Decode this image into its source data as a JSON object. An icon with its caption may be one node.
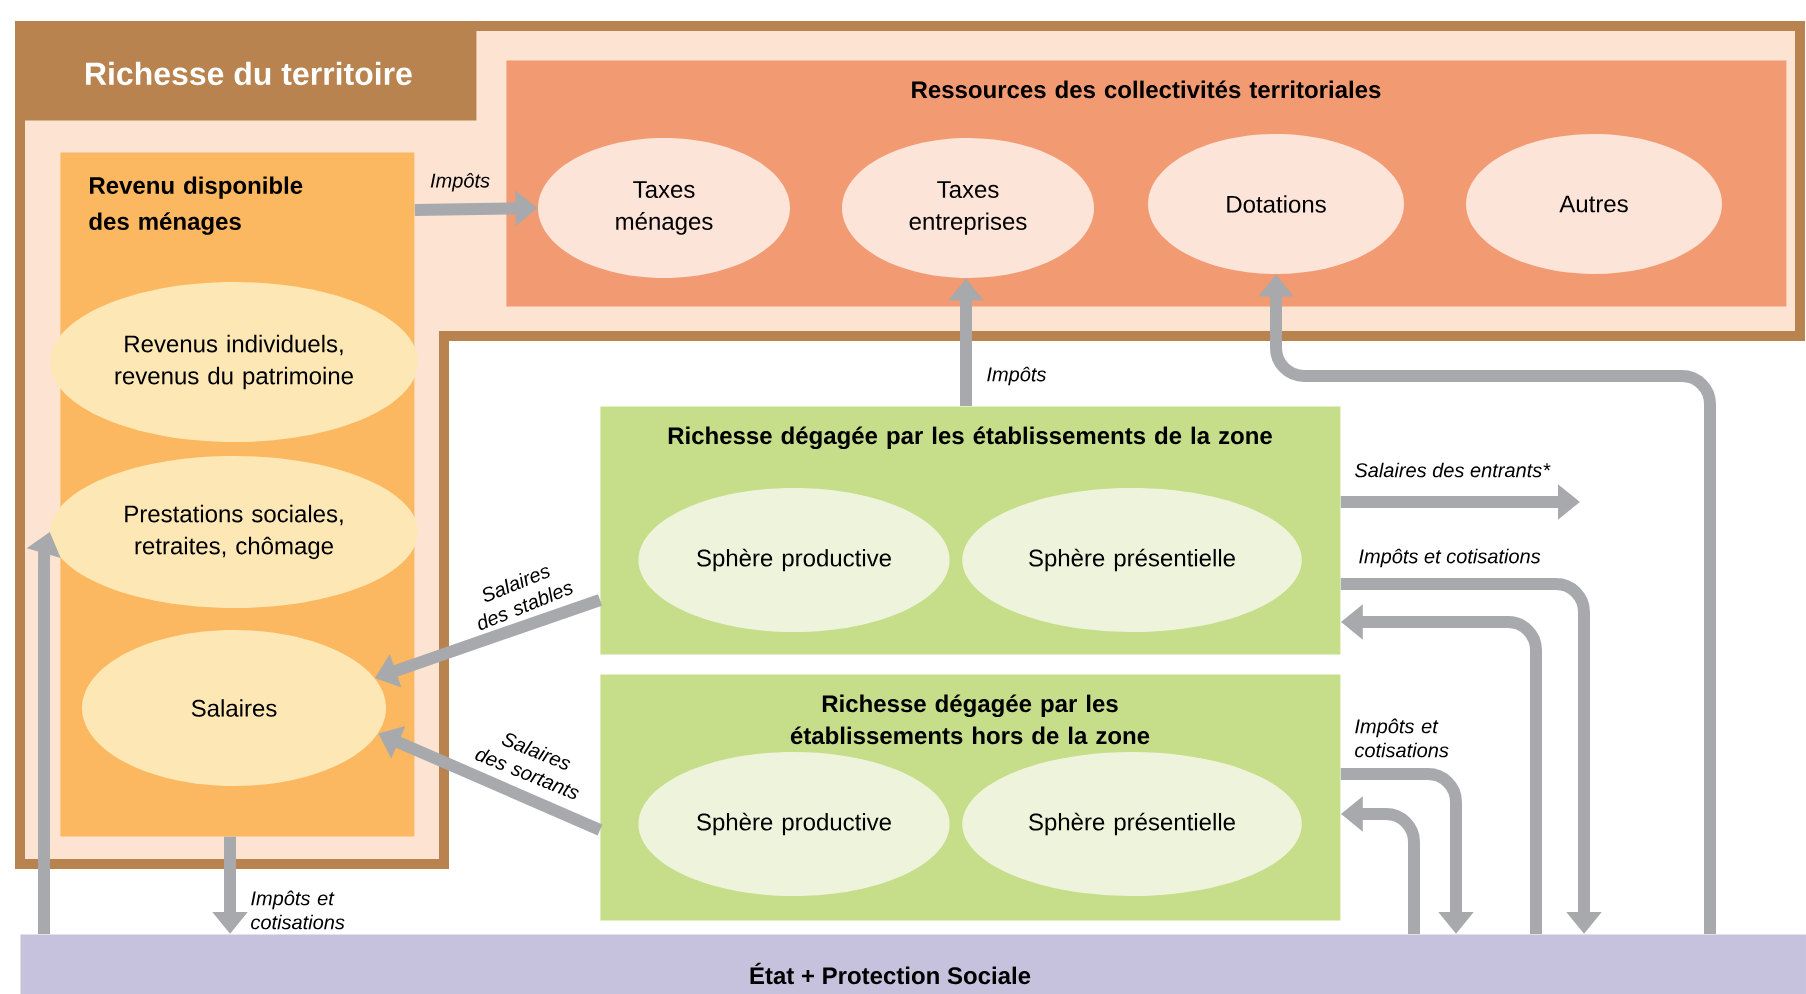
{
  "diagram": {
    "nodes": [
      {
        "text": [
          "Richesse du territoire"
        ]
      },
      {
        "text": [
          "Ressources des collectivités territoriales"
        ],
        "in": 0
      },
      {
        "text": [
          "Taxes ménages"
        ],
        "in": 1
      },
      {
        "text": [
          "Taxes entreprises"
        ],
        "in": 1
      },
      {
        "text": [
          "Dotations"
        ],
        "in": 1
      },
      {
        "text": [
          "Autres"
        ],
        "in": 1
      },
      {
        "text": [
          "Revenu disponible des ménages"
        ],
        "in": 0
      },
      {
        "text": [
          "Revenus individuels, revenus du patrimoine"
        ],
        "in": 6
      },
      {
        "text": [
          "Prestations sociales, retraites, chômage"
        ],
        "in": 6
      },
      {
        "text": [
          "Salaires"
        ],
        "in": 6
      },
      {
        "text": [
          "Richesse dégagée par les établissements de la zone"
        ]
      },
      {
        "text": [
          "Sphère productive"
        ],
        "in": 10
      },
      {
        "text": [
          "Sphère présentielle"
        ],
        "in": 10
      },
      {
        "text": [
          "Richesse dégagée par les établissements hors de la zone"
        ]
      },
      {
        "text": [
          "Sphère productive"
        ],
        "in": 13
      },
      {
        "text": [
          "Sphère présentielle"
        ],
        "in": 13
      },
      {
        "text": [
          "État + Protection Sociale"
        ]
      }
    ],
    "edges": [
      {
        "from": 6,
        "to": 2,
        "arrow": "to",
        "label": "Impôts"
      },
      {
        "from": 10,
        "to": 3,
        "arrow": "to",
        "label": "Impôts"
      },
      {
        "from": 16,
        "to": 4,
        "arrow": "to"
      },
      {
        "from": 10,
        "to": null,
        "arrow": "to",
        "label": "Salaires des entrants*"
      },
      {
        "from": 10,
        "to": 16,
        "arrow": "to",
        "label": "Impôts et cotisations"
      },
      {
        "from": 16,
        "to": 10,
        "arrow": "to"
      },
      {
        "from": 13,
        "to": 16,
        "arrow": "to",
        "label": "Impôts et cotisations"
      },
      {
        "from": 16,
        "to": 13,
        "arrow": "to"
      },
      {
        "from": 10,
        "to": 9,
        "arrow": "to",
        "label": "Salaires des stables"
      },
      {
        "from": 13,
        "to": 9,
        "arrow": "to",
        "label": "Salaires des sortants"
      },
      {
        "from": 6,
        "to": 16,
        "arrow": "to",
        "label": "Impôts et cotisations"
      },
      {
        "from": 16,
        "to": 8,
        "arrow": "to"
      }
    ]
  }
}
